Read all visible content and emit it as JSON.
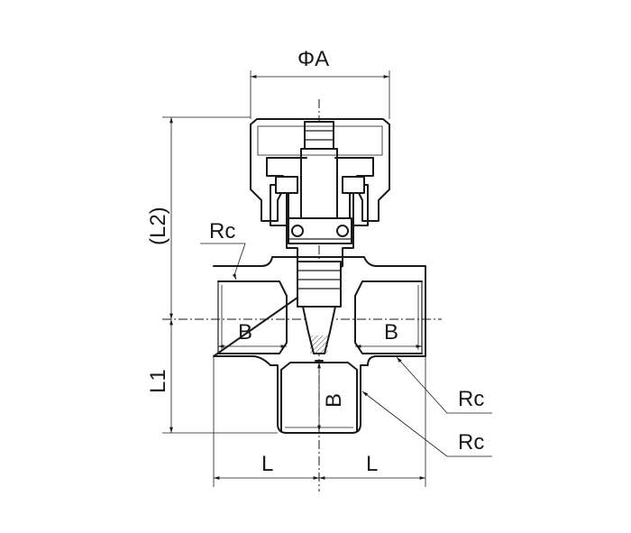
{
  "labels": {
    "phi_a": "ΦA",
    "l2": "(L2)",
    "l1": "L1",
    "rc_top_left": "Rc",
    "rc_right_upper": "Rc",
    "rc_right_lower": "Rc",
    "b_left": "B",
    "b_right": "B",
    "b_bottom": "B",
    "l_left": "L",
    "l_right": "L"
  }
}
